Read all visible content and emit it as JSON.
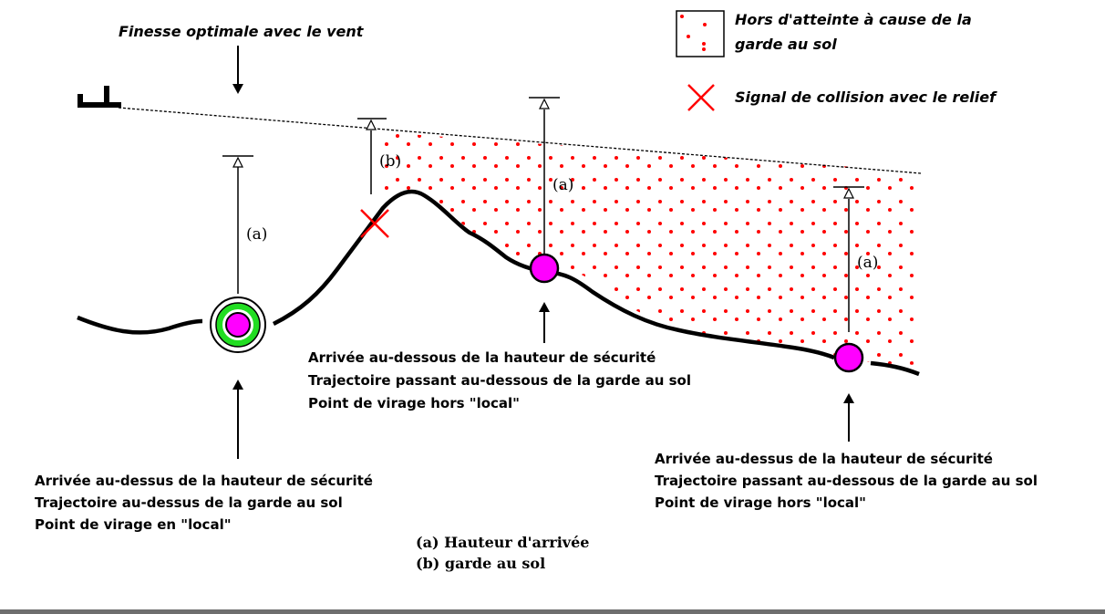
{
  "header": {
    "glide_label": "Finesse optimale avec le vent"
  },
  "legend": {
    "dots_label": [
      "Hors d'atteinte à cause de la",
      "garde au sol"
    ],
    "collision_label": "Signal de collision avec le relief"
  },
  "markers": {
    "a_left": "(a)",
    "b_mid": "(b)",
    "a_mid": "(a)",
    "a_right": "(a)"
  },
  "captions": {
    "left": [
      "Arrivée au-dessus de la hauteur de sécurité",
      "Trajectoire au-dessus de la garde au sol",
      "Point de virage en \"local\""
    ],
    "middle": [
      "Arrivée au-dessous de la hauteur de sécurité",
      "Trajectoire passant au-dessous de la garde au sol",
      "Point de virage hors \"local\""
    ],
    "right": [
      "Arrivée au-dessus de la hauteur de sécurité",
      "Trajectoire passant au-dessous de la garde au sol",
      "Point de virage hors \"local\""
    ]
  },
  "key": {
    "a": "(a) Hauteur d'arrivée",
    "b": "(b) garde au sol"
  },
  "colors": {
    "dots": "#ff0000",
    "turnpoint": "#ff00ff",
    "local_ring": "#22dd22",
    "collision": "#ff0000"
  }
}
